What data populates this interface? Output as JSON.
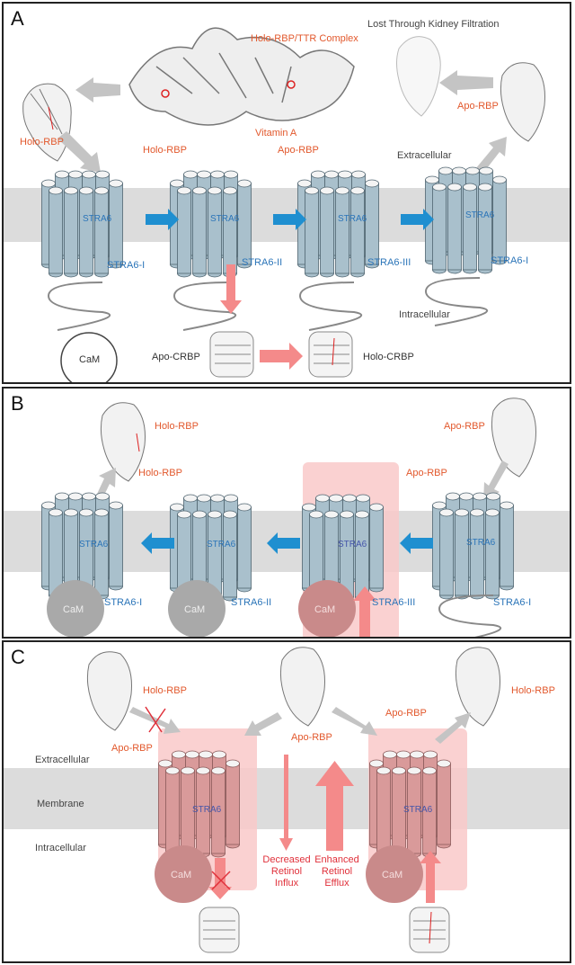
{
  "panels": {
    "A": {
      "label": "A",
      "complex_label": "Holo-RBP/TTR Complex",
      "kidney_label": "Lost Through Kidney Filtration",
      "holo_rbp_left": "Holo-RBP",
      "holo_rbp_mid": "Holo-RBP",
      "vitamin_a": "Vitamin A",
      "apo_rbp_mid": "Apo-RBP",
      "apo_rbp_right": "Apo-RBP",
      "extracellular": "Extracellular",
      "intracellular": "Intracellular",
      "receptors": [
        {
          "name": "STRA6",
          "state": "STRA6-I"
        },
        {
          "name": "STRA6",
          "state": "STRA6-II"
        },
        {
          "name": "STRA6",
          "state": "STRA6-III"
        },
        {
          "name": "STRA6",
          "state": "STRA6-I"
        }
      ],
      "cam": "CaM",
      "apo_crbp": "Apo-CRBP",
      "holo_crbp": "Holo-CRBP"
    },
    "B": {
      "label": "B",
      "holo_rbp_top": "Holo-RBP",
      "holo_rbp_mid": "Holo-RBP",
      "apo_rbp_mid": "Apo-RBP",
      "apo_rbp_top": "Apo-RBP",
      "receptors": [
        {
          "name": "STRA6",
          "state": "STRA6-I",
          "cam": "CaM"
        },
        {
          "name": "STRA6",
          "state": "STRA6-II",
          "cam": "CaM"
        },
        {
          "name": "STRA6",
          "state": "STRA6-III",
          "cam": "CaM"
        },
        {
          "name": "STRA6",
          "state": "STRA6-I"
        }
      ]
    },
    "C": {
      "label": "C",
      "holo_rbp_left": "Holo-RBP",
      "apo_rbp_left": "Apo-RBP",
      "apo_rbp_center": "Apo-RBP",
      "apo_rbp_right": "Apo-RBP",
      "holo_rbp_right": "Holo-RBP",
      "extracellular": "Extracellular",
      "membrane": "Membrane",
      "intracellular": "Intracellular",
      "receptors": [
        {
          "name": "STRA6",
          "cam": "CaM"
        },
        {
          "name": "STRA6",
          "cam": "CaM"
        }
      ],
      "decreased": [
        "Decreased",
        "Retinol",
        "Influx"
      ],
      "enhanced": [
        "Enhanced",
        "Retinol",
        "Efflux"
      ]
    }
  },
  "colors": {
    "label_red": "#e2582c",
    "stra6_blue": "#2a74b8",
    "arrow_blue": "#1f8fd0",
    "arrow_pink": "#f48a8a",
    "arrow_gray": "#c4c4c4",
    "membrane_gray": "#dcdcdc",
    "highlight_pink": "#f9c9c9"
  }
}
